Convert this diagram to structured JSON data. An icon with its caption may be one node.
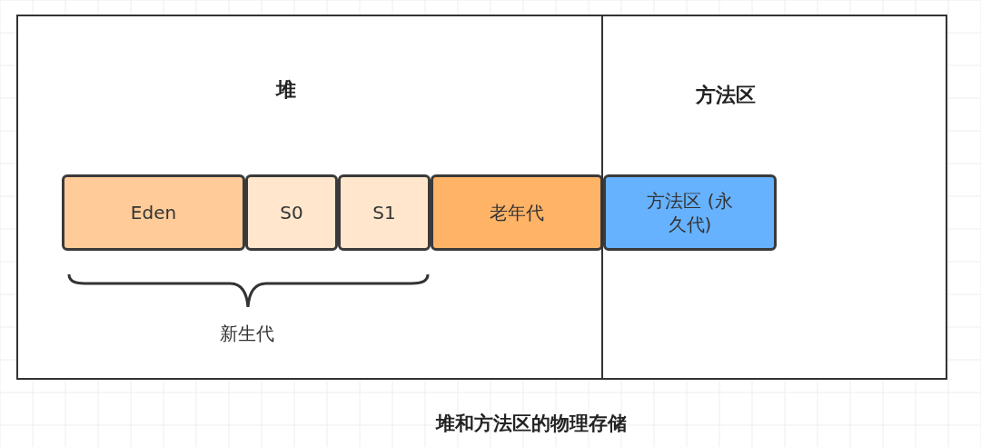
{
  "diagram": {
    "caption": "堆和方法区的物理存储",
    "nodes": [
      {
        "text": [
          "堆"
        ]
      },
      {
        "text": [
          "Eden"
        ],
        "in": 0
      },
      {
        "text": [
          "S0"
        ],
        "in": 0
      },
      {
        "text": [
          "S1"
        ],
        "in": 0
      },
      {
        "text": [
          "老年代"
        ],
        "in": 0
      },
      {
        "text": [
          "方法区"
        ]
      },
      {
        "text": [
          "方法区 (永久代)"
        ],
        "in": 5
      }
    ],
    "edges": [],
    "labels": [
      "新生代"
    ]
  }
}
